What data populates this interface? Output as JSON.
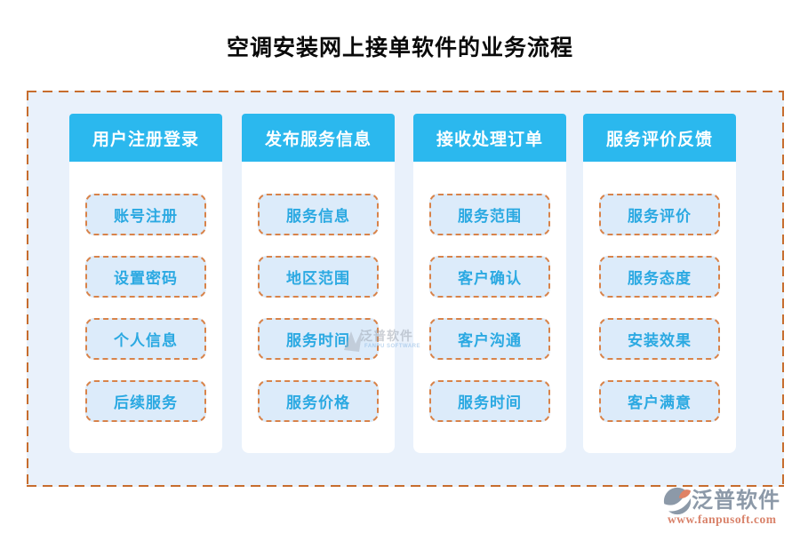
{
  "title": "空调安装网上接单软件的业务流程",
  "columns": [
    {
      "header": "用户注册登录",
      "items": [
        "账号注册",
        "设置密码",
        "个人信息",
        "后续服务"
      ]
    },
    {
      "header": "发布服务信息",
      "items": [
        "服务信息",
        "地区范围",
        "服务时间",
        "服务价格"
      ]
    },
    {
      "header": "接收处理订单",
      "items": [
        "服务范围",
        "客户确认",
        "客户沟通",
        "服务时间"
      ]
    },
    {
      "header": "服务评价反馈",
      "items": [
        "服务评价",
        "服务态度",
        "安装效果",
        "客户满意"
      ]
    }
  ],
  "watermark": {
    "name": "泛普软件",
    "subname": "FANPU SOFTWARE"
  },
  "footer_logo": {
    "name": "泛普软件",
    "url": "www.fanpusoft.com"
  },
  "colors": {
    "header_bg": "#2BB8EE",
    "frame_bg": "#E9F1FB",
    "frame_dash": "#C76D2E",
    "panel_bg": "#FFFFFF",
    "item_bg": "#DCEBFA",
    "item_dash": "#D8834A",
    "item_text": "#2BA9E2",
    "title_text": "#0A0A0A",
    "logo_gray": "#8C99A8",
    "logo_salmon": "#DF8266",
    "logo_url_text": "#D9826A"
  }
}
